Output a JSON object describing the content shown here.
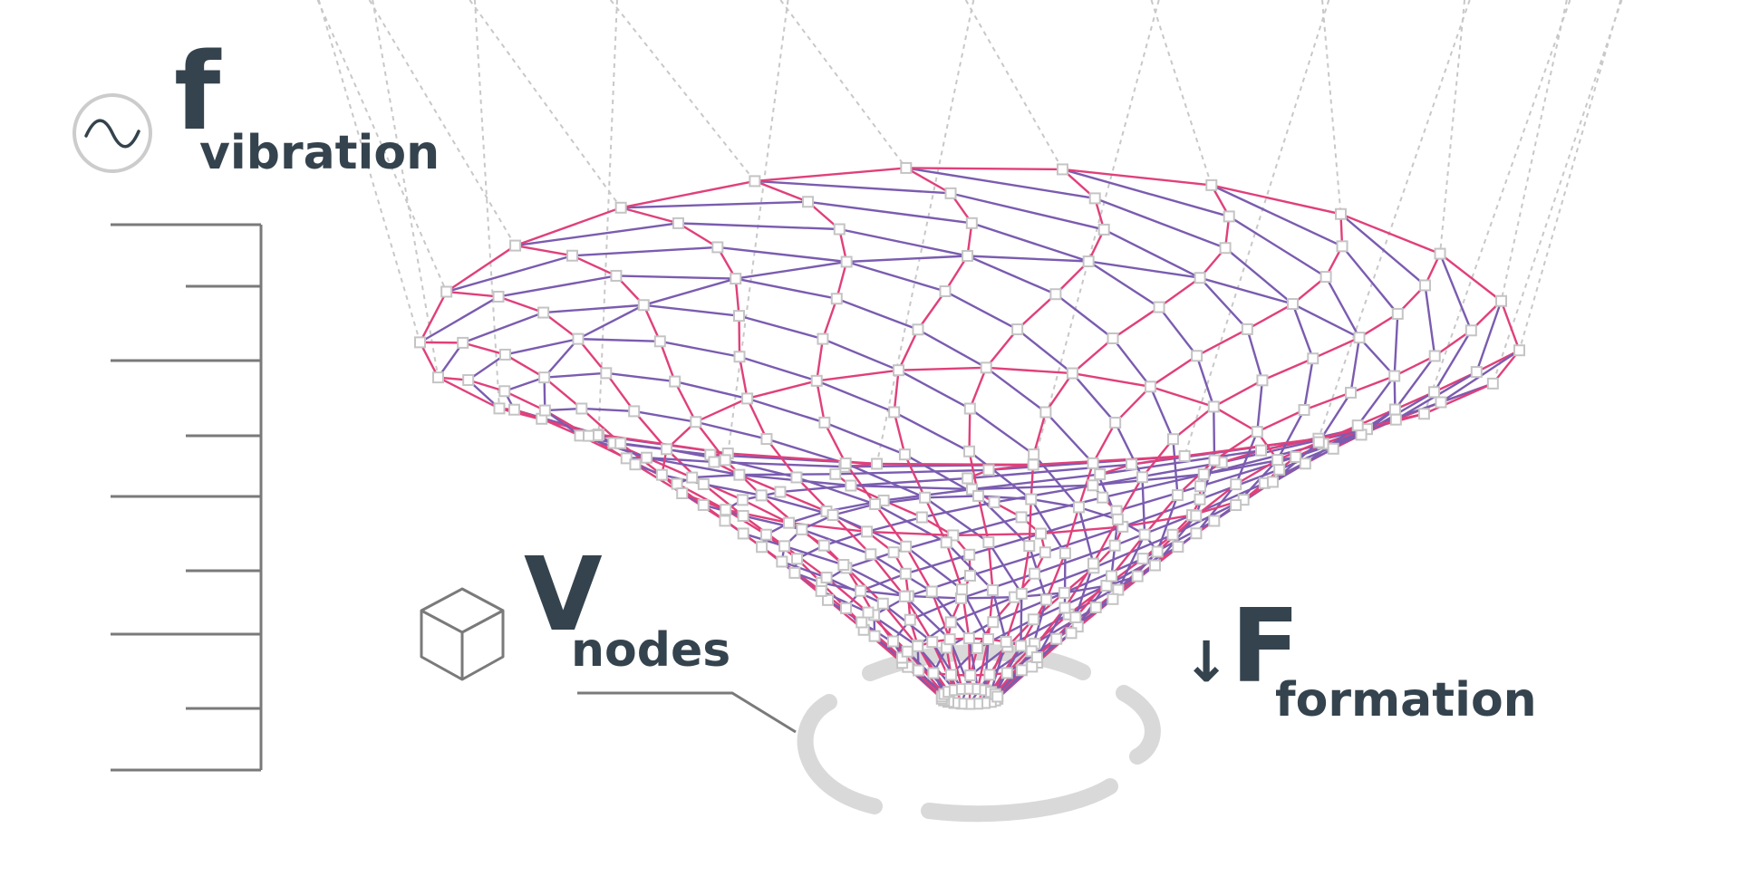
{
  "labels": {
    "frequency": {
      "main": "f",
      "sub": "vibration"
    },
    "volume": {
      "main": "V",
      "sub": "nodes"
    },
    "force": {
      "prefix": "↓",
      "main": "F",
      "sub": "formation"
    }
  },
  "icons": {
    "frequency": "sine-wave-circle-icon",
    "volume": "cube-icon",
    "force": "down-arrow"
  },
  "colors": {
    "text": "#34434d",
    "scale": "#7a7a7a",
    "grid_ghost": "#c8c8c8",
    "mesh_warm": "#e0407a",
    "mesh_cool": "#7a5cb0",
    "node_fill": "#ffffff",
    "node_stroke": "#c4c4c4",
    "ring": "#d9d9d9"
  },
  "mesh": {
    "rows": 14,
    "cols": 22
  }
}
